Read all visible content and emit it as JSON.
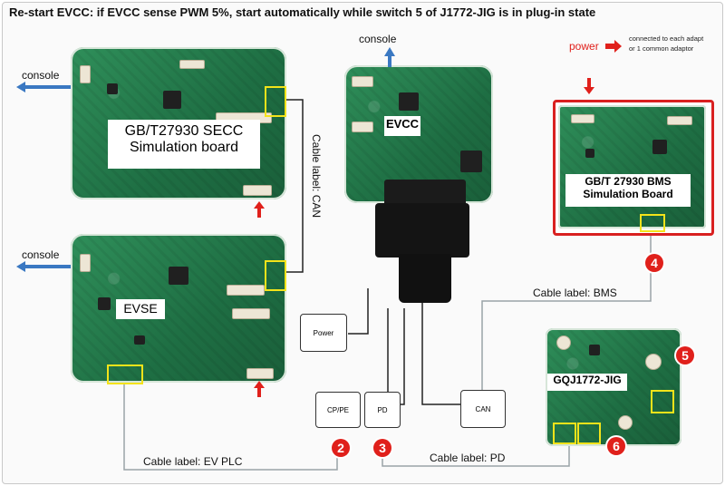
{
  "title": "Re-start EVCC: if EVCC sense PWM 5%, start automatically while switch 5 of J1772-JIG is in plug-in state",
  "legend": {
    "power_label": "power",
    "note_line1": "connected to each adapt",
    "note_line2": "or 1 common adaptor"
  },
  "boards": {
    "secc": {
      "line1": "GB/T27930 SECC",
      "line2": "Simulation board"
    },
    "evse": {
      "label": "EVSE"
    },
    "evcc": {
      "label": "EVCC"
    },
    "bms": {
      "line1": "GB/T 27930 BMS",
      "line2": "Simulation Board"
    },
    "jig": {
      "label": "GQJ1772-JIG"
    }
  },
  "console_labels": [
    "console",
    "console",
    "console"
  ],
  "boxes": {
    "power": "Power",
    "cppe": "CP/PE",
    "pd": "PD",
    "can": "CAN"
  },
  "cables": {
    "can": "Cable label: CAN",
    "bms": "Cable label: BMS",
    "evplc": "Cable label: EV PLC",
    "pd": "Cable label: PD"
  },
  "badges": [
    "2",
    "3",
    "4",
    "5",
    "6"
  ],
  "colors": {
    "power_arrow": "#e0201b",
    "console_arrow": "#3a78c2",
    "highlight": "#f4e31a"
  }
}
